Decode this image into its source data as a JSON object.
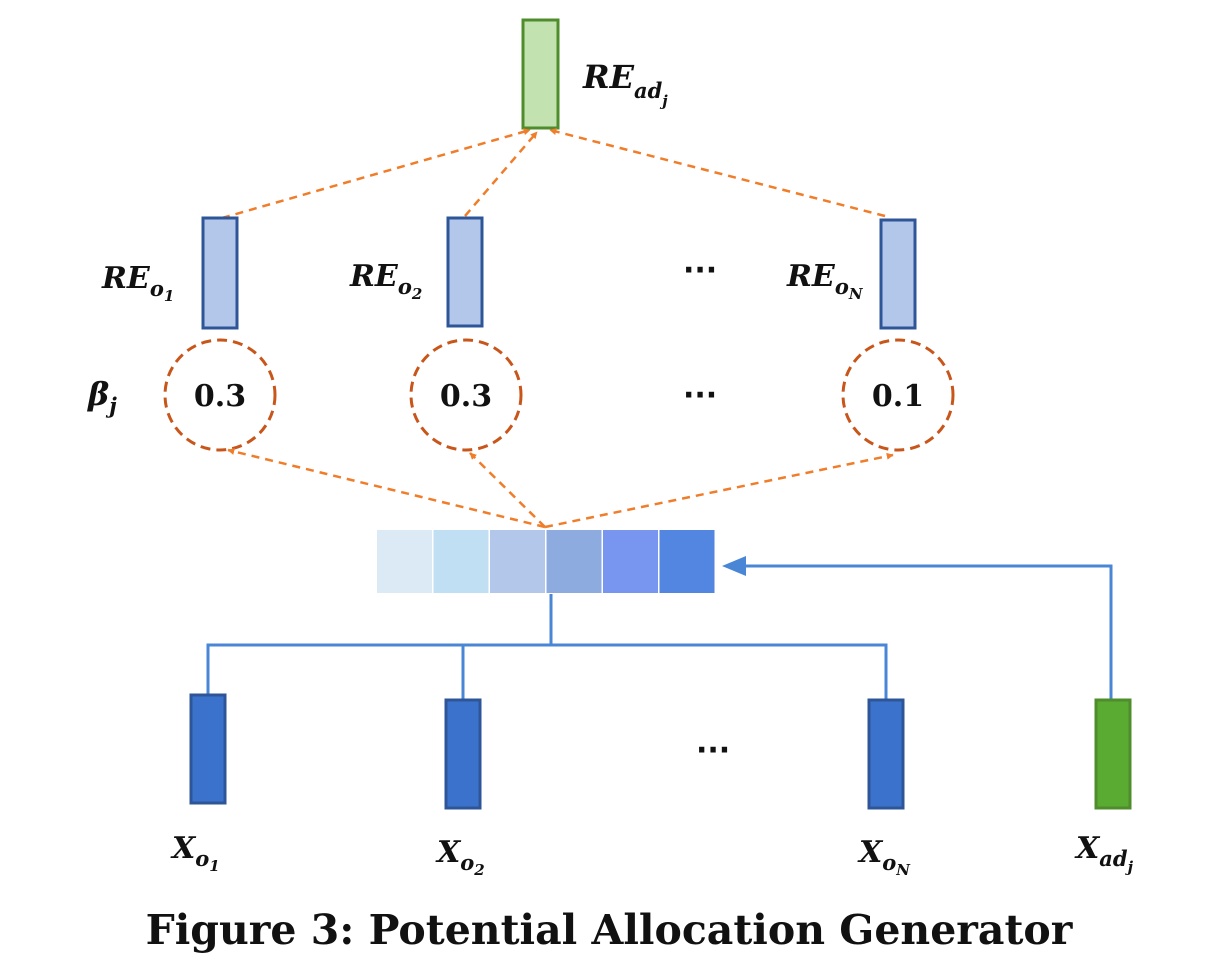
{
  "caption": "Figure 3: Potential Allocation Generator",
  "colors": {
    "arrow_orange": "#f07d2a",
    "circle_orange": "#c8561a",
    "light_blue_fill": "#b3c7ea",
    "light_blue_stroke": "#2e5597",
    "dark_blue_fill": "#3a72cc",
    "green_fill": "#5aab32",
    "light_green_fill": "#c2e2b0",
    "green_stroke": "#4e8c2c",
    "connector_blue": "#4a86d6"
  },
  "output": {
    "base": "RE",
    "sub": "ad",
    "subsub": "j"
  },
  "re_items": [
    {
      "base": "RE",
      "sub": "o",
      "subsub": "1"
    },
    {
      "base": "RE",
      "sub": "o",
      "subsub": "2"
    },
    {
      "base": "RE",
      "sub": "o",
      "subsub": "N"
    }
  ],
  "beta": {
    "base": "β",
    "sub": "j"
  },
  "weights": [
    "0.3",
    "0.3",
    "0.1"
  ],
  "ellipsis": "···",
  "attention_cells": [
    "#dceaf6",
    "#c0dff3",
    "#b3c7ea",
    "#8eabe0",
    "#7896ef",
    "#5286e0"
  ],
  "inputs": [
    {
      "base": "X",
      "sub": "o",
      "subsub": "1"
    },
    {
      "base": "X",
      "sub": "o",
      "subsub": "2"
    },
    {
      "base": "X",
      "sub": "o",
      "subsub": "N"
    }
  ],
  "ad_input": {
    "base": "X",
    "sub": "ad",
    "subsub": "j"
  }
}
